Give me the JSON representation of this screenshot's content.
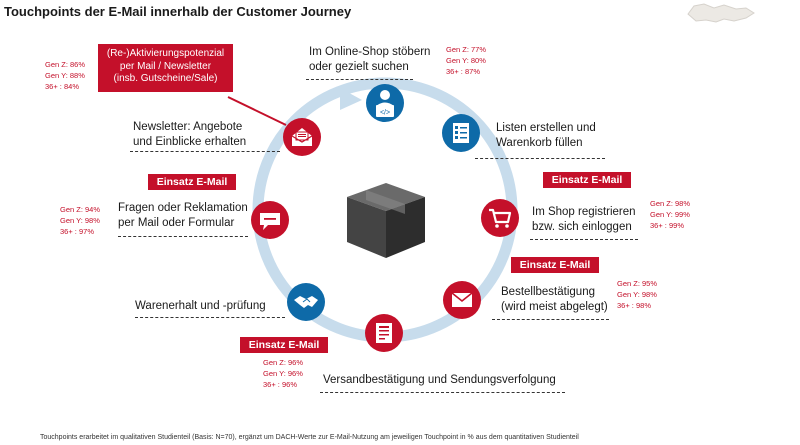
{
  "title": "Touchpoints der E-Mail innerhalb der Customer Journey",
  "callout": {
    "line1": "(Re-)Aktivierungspotenzial",
    "line2": "per Mail / Newsletter",
    "line3": "(insb. Gutscheine/Sale)"
  },
  "badge_label": "Einsatz E-Mail",
  "touchpoints": {
    "online_shop": {
      "line1": "Im Online-Shop stöbern",
      "line2": "oder gezielt suchen",
      "stats": [
        "Gen Z: 77%",
        "Gen Y: 80%",
        "36+    : 87%"
      ],
      "icon": "person-laptop-icon"
    },
    "listen": {
      "line1": "Listen erstellen und",
      "line2": "Warenkorb füllen",
      "icon": "checklist-icon"
    },
    "registrieren": {
      "line1": "Im Shop registrieren",
      "line2": "bzw. sich einloggen",
      "stats": [
        "Gen Z: 98%",
        "Gen Y: 99%",
        "36+    : 99%"
      ],
      "icon": "shopping-cart-icon"
    },
    "bestellbestaetigung": {
      "line1": "Bestellbestätigung",
      "line2": "(wird meist abgelegt)",
      "stats": [
        "Gen Z: 95%",
        "Gen Y: 98%",
        "36+    : 98%"
      ],
      "icon": "envelope-icon"
    },
    "versand": {
      "line1": "Versandbestätigung und Sendungsverfolgung",
      "stats": [
        "Gen Z: 96%",
        "Gen Y: 96%",
        "36+    : 96%"
      ],
      "icon": "document-list-icon"
    },
    "warenerhalt": {
      "line1": "Warenerhalt und -prüfung",
      "icon": "handshake-icon"
    },
    "reklamation": {
      "line1": "Fragen oder Reklamation",
      "line2": "per Mail oder Formular",
      "stats": [
        "Gen Z: 94%",
        "Gen Y: 98%",
        "36+    : 97%"
      ],
      "icon": "chat-bubble-icon"
    },
    "newsletter": {
      "line1": "Newsletter: Angebote",
      "line2": "und Einblicke erhalten",
      "stats": [
        "Gen Z: 86%",
        "Gen Y: 88%",
        "36+    : 84%"
      ],
      "icon": "open-envelope-icon"
    }
  },
  "footnote": "Touchpoints erarbeitet im qualitativen Studienteil (Basis: N=70), ergänzt um DACH-Werte zur E-Mail-Nutzung am jeweiligen Touchpoint in % aus dem quantitativen Studienteil",
  "colors": {
    "accent_red": "#c4102a",
    "ring_blue": "#c7dcec",
    "icon_blue": "#0e6aa8",
    "box_gray": "#555555"
  }
}
